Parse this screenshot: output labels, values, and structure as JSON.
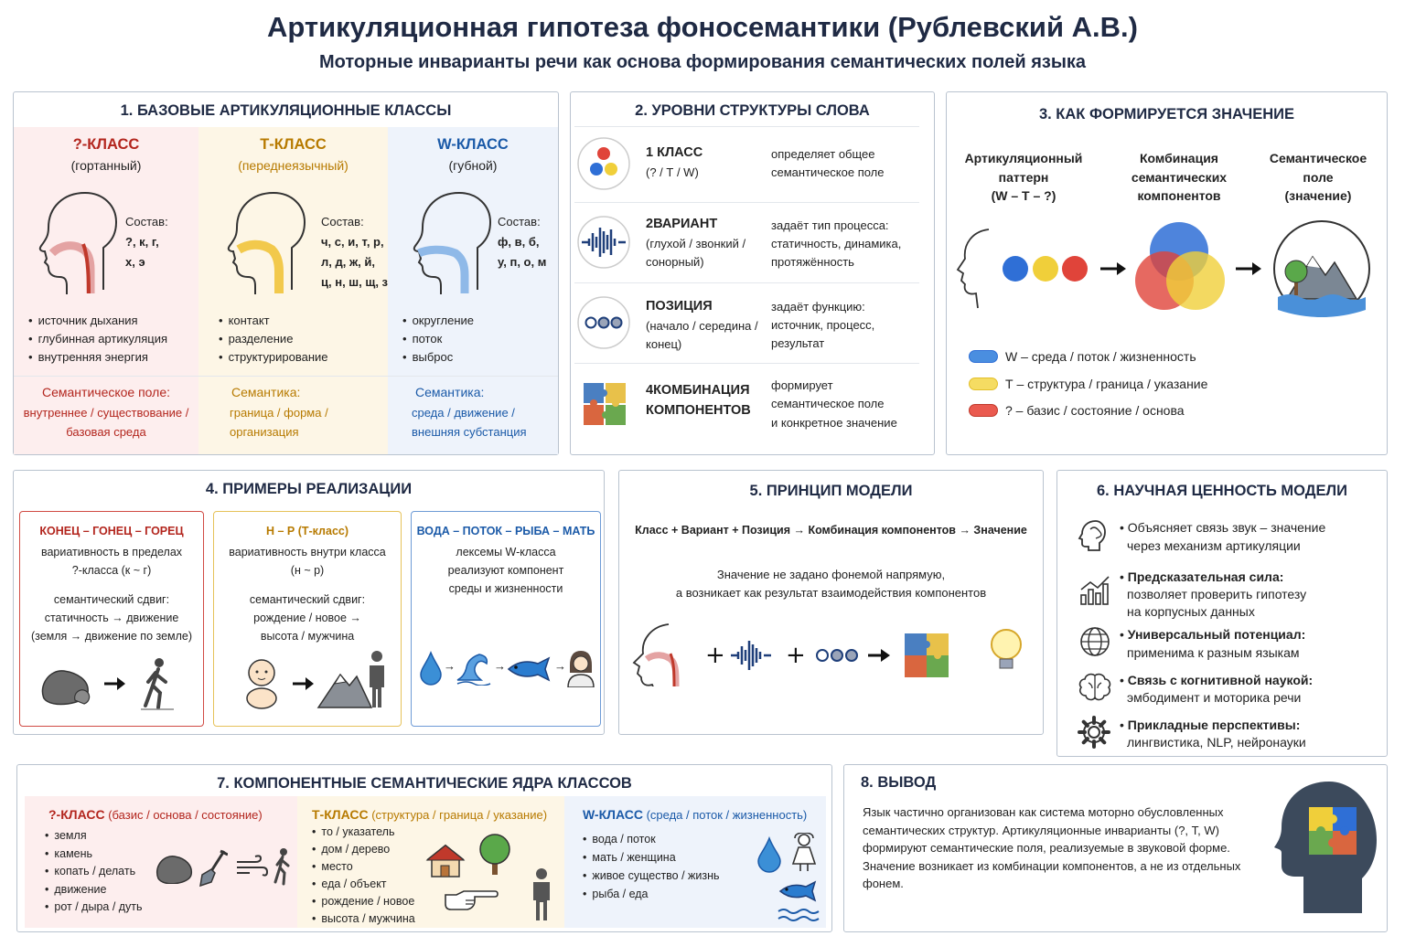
{
  "title": "Артикуляционная гипотеза фоносемантики (Рублевский А.В.)",
  "subtitle": "Моторные инварианты речи как основа формирования семантических полей языка",
  "p1": {
    "title": "1. БАЗОВЫЕ АРТИКУЛЯЦИОННЫЕ КЛАССЫ",
    "sostav": "Состав:",
    "cols": [
      {
        "name": "?-КЛАСС",
        "sub": "(гортанный)",
        "comp": [
          "?, к, г,",
          "х, э"
        ],
        "bullets": [
          "источник дыхания",
          "глубинная артикуляция",
          "внутренняя энергия"
        ],
        "fieldLabel": "Семантическое поле:",
        "field": [
          "внутреннее / существование /",
          "базовая среда"
        ]
      },
      {
        "name": "Т-КЛАСС",
        "sub": "(переднеязычный)",
        "comp": [
          "ч, с, и, т, р,",
          "л, д, ж, й,",
          "ц, н, ш, щ, з"
        ],
        "bullets": [
          "контакт",
          "разделение",
          "структурирование"
        ],
        "fieldLabel": "Семантика:",
        "field": [
          "граница / форма /",
          "организация"
        ]
      },
      {
        "name": "W-КЛАСС",
        "sub": "(губной)",
        "comp": [
          "ф, в, б,",
          "у, п, о, м"
        ],
        "bullets": [
          "округление",
          "поток",
          "выброс"
        ],
        "fieldLabel": "Семантика:",
        "field": [
          "среда / движение /",
          "внешняя субстанция"
        ]
      }
    ]
  },
  "p2": {
    "title": "2. УРОВНИ СТРУКТУРЫ СЛОВА",
    "rows": [
      {
        "name": "1 КЛАСС",
        "sub": [
          "(? / Т / W)"
        ],
        "desc": [
          "определяет общее",
          "семантическое поле"
        ]
      },
      {
        "name": "2ВАРИАНТ",
        "sub": [
          "(глухой / звонкий /",
          "сонорный)"
        ],
        "desc": [
          "задаёт тип процесса:",
          "статичность, динамика,",
          "протяжённость"
        ]
      },
      {
        "name": "ПОЗИЦИЯ",
        "sub": [
          "(начало / середина /",
          "конец)"
        ],
        "desc": [
          "задаёт функцию:",
          "источник, процесс,",
          "результат"
        ]
      },
      {
        "name": "4КОМБИНАЦИЯ",
        "name2": "КОМПОНЕНТОВ",
        "sub": [],
        "desc": [
          "формирует",
          "семантическое поле",
          "и конкретное значение"
        ]
      }
    ]
  },
  "p3": {
    "title": "3. КАК ФОРМИРУЕТСЯ ЗНАЧЕНИЕ",
    "heads": [
      [
        "Артикуляционный",
        "паттерн",
        "(W – Т – ?)"
      ],
      [
        "Комбинация",
        "семантических",
        "компонентов"
      ],
      [
        "Семантическое",
        "поле",
        "(значение)"
      ]
    ],
    "legend": [
      "W – среда / поток / жизненность",
      "Т – структура / граница / указание",
      "? – базис / состояние / основа"
    ],
    "colors": {
      "blue": "#2f6fd6",
      "yellow": "#f0cf3a",
      "red": "#e0443a"
    }
  },
  "p4": {
    "title": "4. ПРИМЕРЫ РЕАЛИЗАЦИИ",
    "cards": [
      {
        "head": "КОНЕЦ – ГОНЕЦ – ГОРЕЦ",
        "lines": [
          "вариативность в пределах",
          "?-класса (к ~ г)",
          "",
          "семантический сдвиг:",
          "статичность → движение",
          "(земля → движение по земле)"
        ]
      },
      {
        "head": "Н – Р (Т-класс)",
        "lines": [
          "вариативность внутри класса",
          "(н ~ р)",
          "",
          "семантический сдвиг:",
          "рождение / новое →",
          "высота / мужчина"
        ]
      },
      {
        "head": "ВОДА – ПОТОК – РЫБА – МАТЬ",
        "lines": [
          "лексемы W-класса",
          "реализуют компонент",
          "среды и жизненности"
        ]
      }
    ]
  },
  "p5": {
    "title": "5. ПРИНЦИП МОДЕЛИ",
    "formula": "Класс + Вариант + Позиция → Комбинация компонентов → Значение",
    "note": [
      "Значение не задано фонемой напрямую,",
      "а возникает как результат взаимодействия компонентов"
    ]
  },
  "p6": {
    "title": "6. НАУЧНАЯ ЦЕННОСТЬ МОДЕЛИ",
    "items": [
      {
        "bold": "",
        "text": [
          "Объясняет связь звук – значение",
          "через механизм артикуляции"
        ]
      },
      {
        "bold": "Предсказательная сила:",
        "text": [
          "позволяет проверить гипотезу",
          "на корпусных данных"
        ]
      },
      {
        "bold": "Универсальный потенциал:",
        "text": [
          "применима к разным языкам"
        ]
      },
      {
        "bold": "Связь с когнитивной наукой:",
        "text": [
          "эмбодимент и моторика речи"
        ]
      },
      {
        "bold": "Прикладные перспективы:",
        "text": [
          "лингвистика, NLP, нейронауки"
        ]
      }
    ]
  },
  "p7": {
    "title": "7. КОМПОНЕНТНЫЕ СЕМАНТИЧЕСКИЕ ЯДРА КЛАССОВ",
    "cols": [
      {
        "name": "?-КЛАСС",
        "note": "(базис / основа / состояние)",
        "items": [
          "земля",
          "камень",
          "копать / делать",
          "движение",
          "рот / дыра / дуть"
        ]
      },
      {
        "name": "Т-КЛАСС",
        "note": "(структура / граница / указание)",
        "items": [
          "то / указатель",
          "дом / дерево",
          "место",
          "еда / объект",
          "рождение / новое",
          "высота / мужчина"
        ]
      },
      {
        "name": "W-КЛАСС",
        "note": "(среда / поток / жизненность)",
        "items": [
          "вода / поток",
          "мать / женщина",
          "живое существо / жизнь",
          "рыба / еда"
        ]
      }
    ]
  },
  "p8": {
    "title": "8. ВЫВОД",
    "text": [
      "Язык частично организован как система моторно обусловленных",
      "семантических структур. Артикуляционные инварианты (?, Т, W)",
      "формируют семантические поля, реализуемые в звуковой форме.",
      "Значение возникает из комбинации компонентов, а не из отдельных",
      "фонем."
    ]
  }
}
